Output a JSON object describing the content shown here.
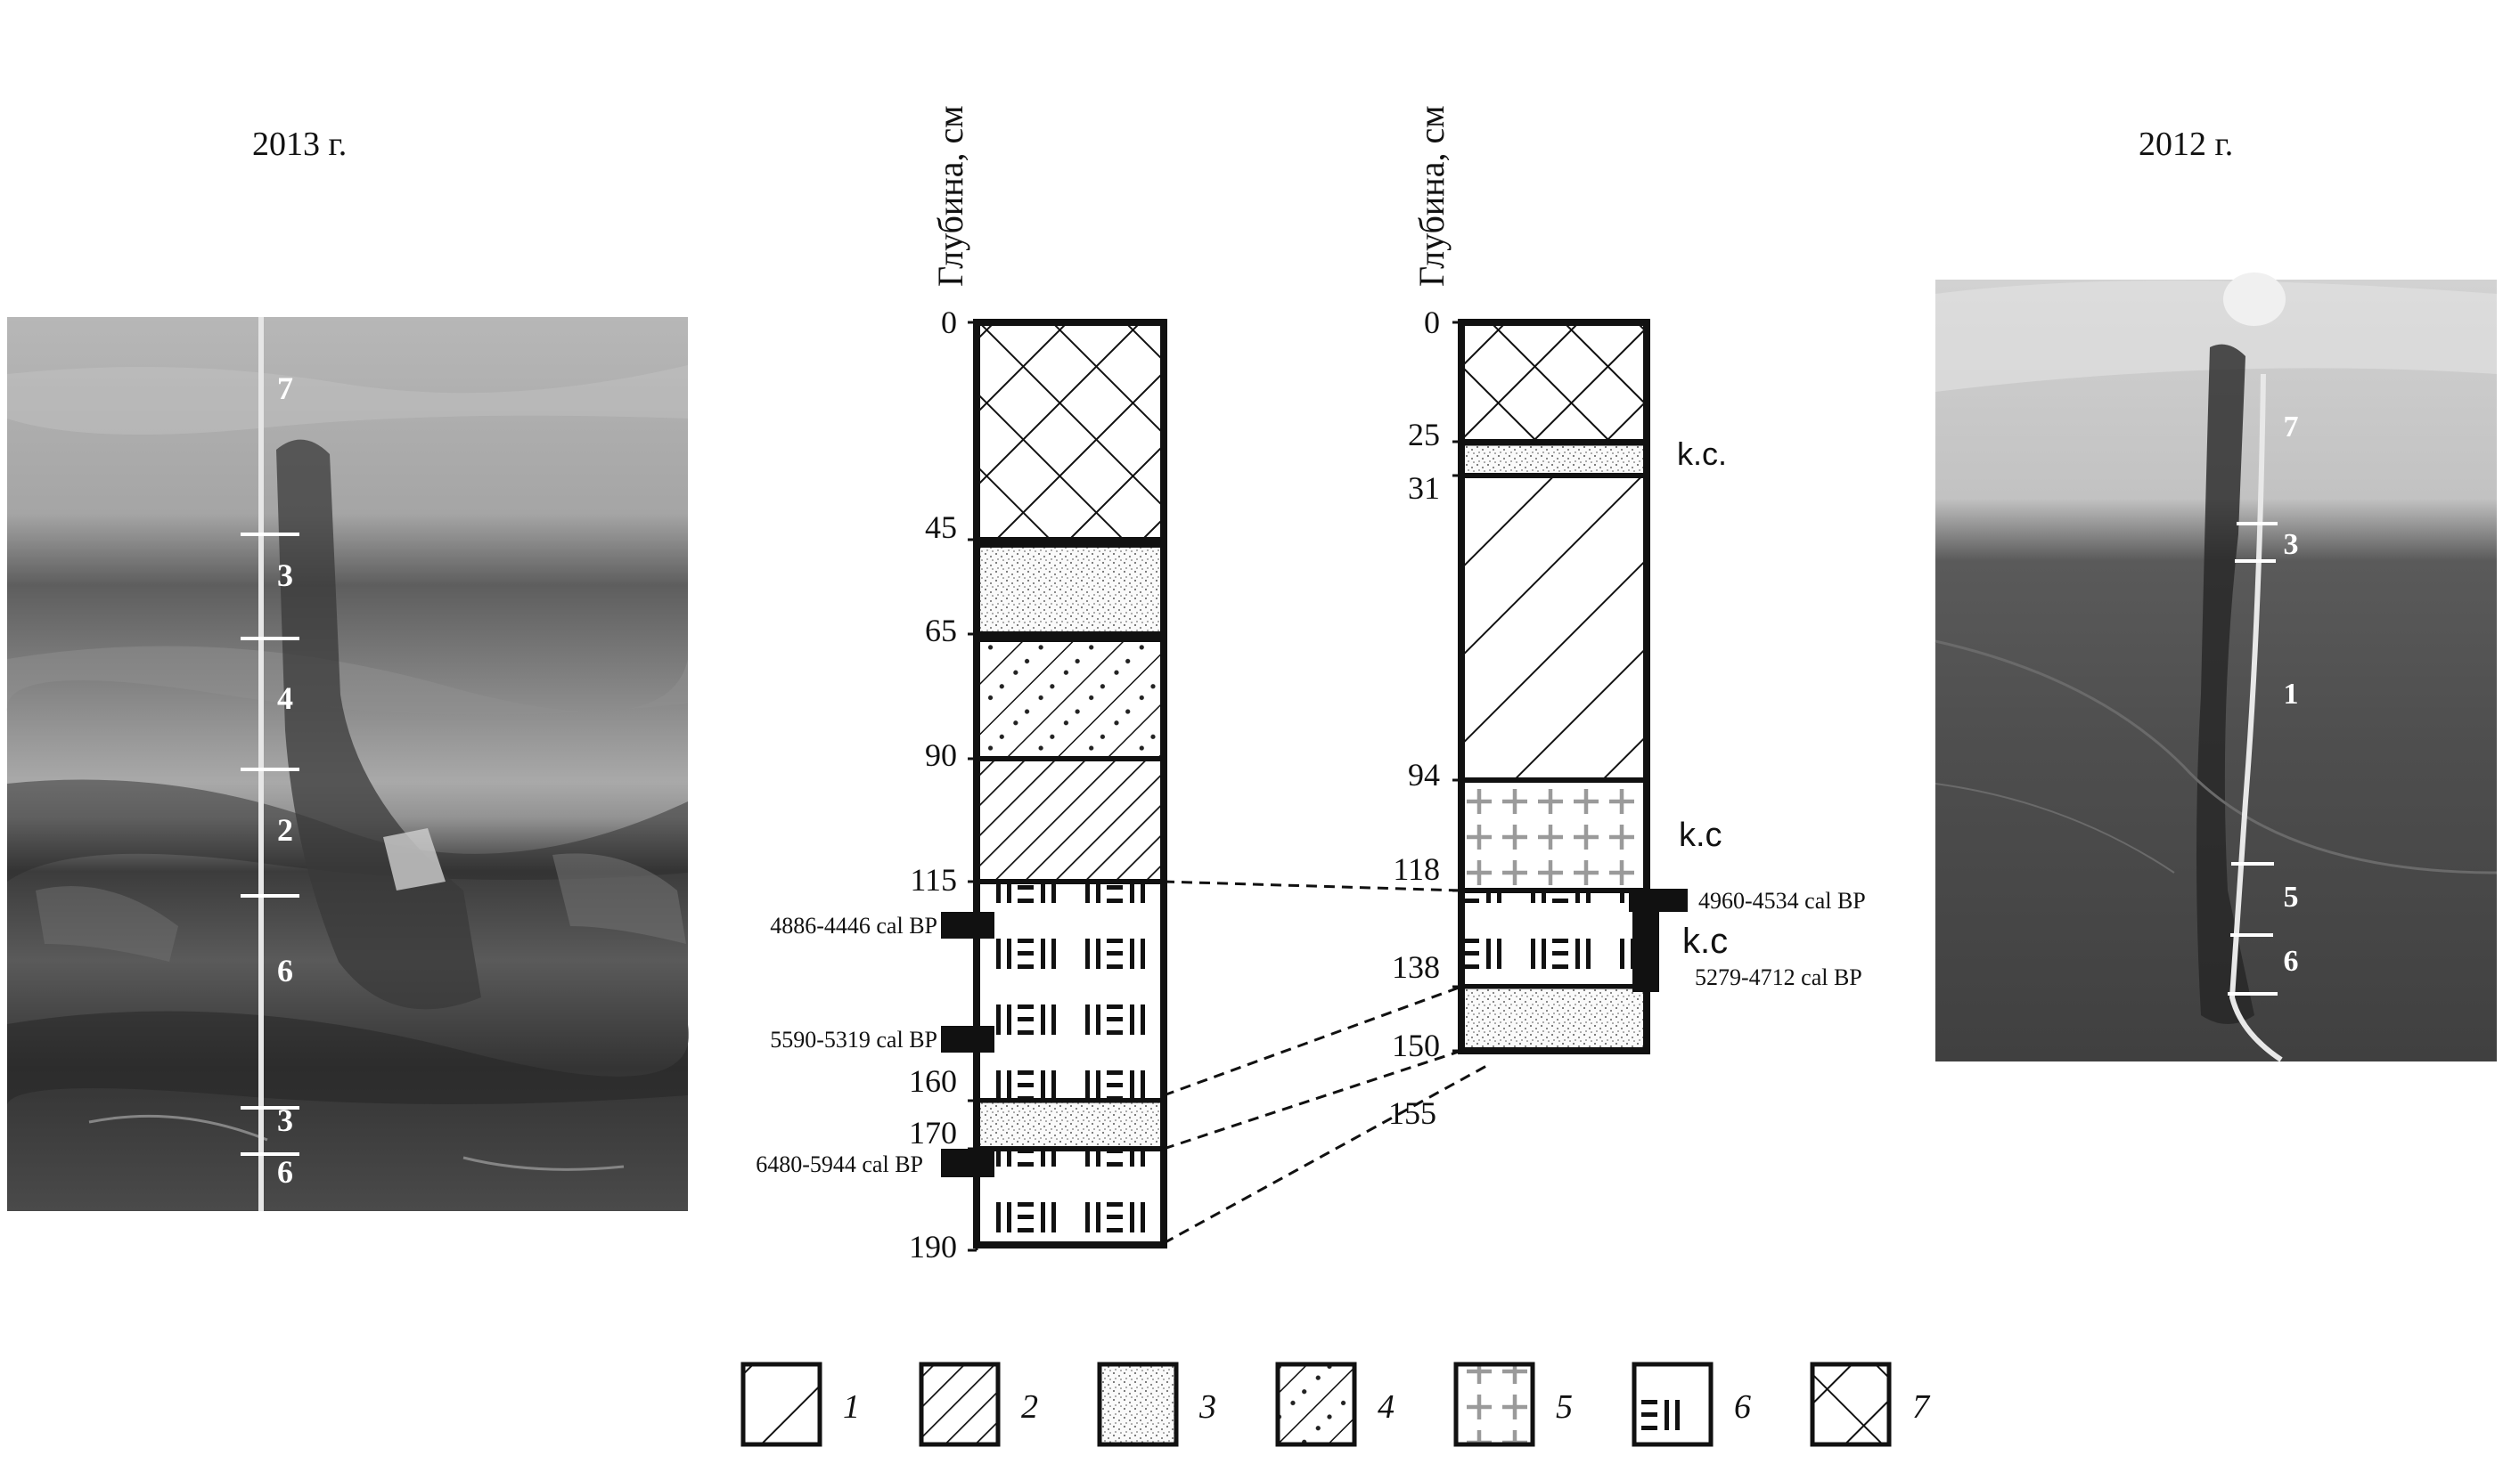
{
  "photos": {
    "left_year": "2013 г.",
    "right_year": "2012 г.",
    "left_scale_labels": [
      "7",
      "3",
      "4",
      "2",
      "6",
      "3",
      "6"
    ],
    "right_scale_labels": [
      "7",
      "3",
      "1",
      "5",
      "6"
    ]
  },
  "column_left": {
    "axis_title": "Глубина, см",
    "depth_labels": [
      "0",
      "45",
      "65",
      "90",
      "115",
      "160",
      "170",
      "190"
    ],
    "dates": [
      "4886-4446 cal BP",
      "5590-5319 cal BP",
      "6480-5944 cal BP"
    ]
  },
  "column_right": {
    "axis_title": "Глубина, см",
    "depth_labels": [
      "0",
      "25",
      "31",
      "94",
      "118",
      "138",
      "150",
      "155"
    ],
    "side_labels": [
      "k.c.",
      "k.c",
      "k.c"
    ],
    "dates": [
      "4960-4534 cal BP",
      "5279-4712 cal BP"
    ]
  },
  "legend": {
    "numbers": [
      "1",
      "2",
      "3",
      "4",
      "5",
      "6",
      "7"
    ],
    "patterns": [
      "sparse-diagonal-hatch",
      "dense-diagonal-hatch",
      "fine-stipple",
      "dotted-diagonal",
      "grey-crosses",
      "dash-clusters",
      "cross-hatch"
    ]
  }
}
